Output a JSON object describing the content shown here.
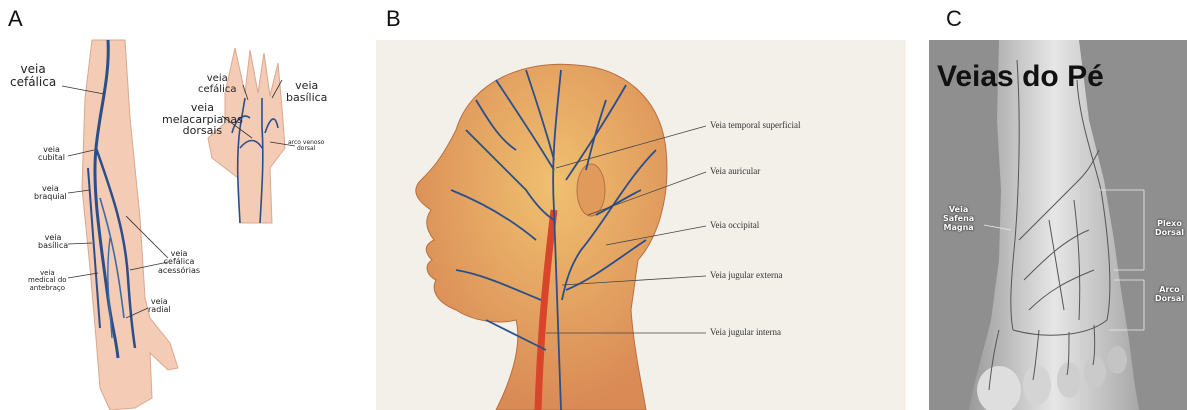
{
  "panels": {
    "a": {
      "letter": "A"
    },
    "b": {
      "letter": "B"
    },
    "c": {
      "letter": "C"
    }
  },
  "arm_labels": {
    "cefalica": "veia\ncefálica",
    "cubital": "veia\ncubital",
    "braquial": "veia\nbraquial",
    "basilica_arm": "veia\nbasílica",
    "medical": "veia\nmedical do\nantebraço",
    "cefalica_acessorias": "veia\ncefálica\nacessórias",
    "radial": "veia\nradial",
    "hand_cefalica": "veia\ncefálica",
    "hand_basilica": "veia\nbasílica",
    "metacarpianas": "veia\nmelacarpianas\ndorsais",
    "arco_venoso": "arco venoso\ndorsal"
  },
  "head_labels": {
    "temporal": "Veia temporal superficial",
    "auricular": "Veia auricular",
    "occipital": "Veia occipital",
    "jugular_externa": "Veia jugular externa",
    "jugular_interna": "Veia jugular interna"
  },
  "foot": {
    "title": "Veias do Pé",
    "safena": "Veia\nSafena\nMagna",
    "plexo": "Plexo\nDorsal",
    "arco": "Arco\nDorsal"
  },
  "colors": {
    "vein": "#2b4f8a",
    "skin": "#f4cbb4",
    "head_skin": "#e8a86a",
    "artery": "#d8452a"
  }
}
